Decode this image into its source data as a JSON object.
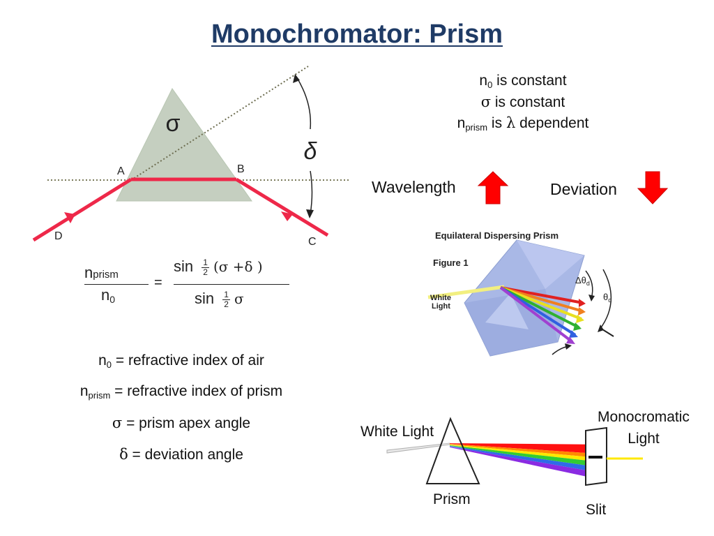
{
  "title": "Monochromator: Prism",
  "conditions": {
    "line1_sym": "n",
    "line1_sub": "0",
    "line1_text": " is constant",
    "line2_sym": "σ",
    "line2_text": " is constant",
    "line3_sym": "n",
    "line3_sub": "prism",
    "line3_text": " is ",
    "line3_lambda": "λ",
    "line3_tail": " dependent"
  },
  "trend": {
    "wavelength": "Wavelength",
    "deviation": "Deviation"
  },
  "top_diagram": {
    "sigma": "σ",
    "delta": "δ",
    "label_a": "A",
    "label_b": "B",
    "label_c": "C",
    "label_d": "D"
  },
  "formula": {
    "num_n": "n",
    "num_sub": "prism",
    "den_n": "n",
    "den_sub": "0",
    "equals": "=",
    "sin": "sin",
    "half_num": "1",
    "half_den": "2",
    "sin_arg": "(σ +δ )",
    "sin_arg2": "σ"
  },
  "definitions": {
    "d1_sym": "n",
    "d1_sub": "0",
    "d1_text": " = refractive index of air",
    "d2_sym": "n",
    "d2_sub": "prism",
    "d2_text": " = refractive index of prism",
    "d3_sym": "σ",
    "d3_text": " = prism apex angle",
    "d4_sym": "δ",
    "d4_text": " = deviation angle"
  },
  "figure1": {
    "caption": "Equilateral Dispersing Prism",
    "label": "Figure 1",
    "white_light_1": "White",
    "white_light_2": "Light",
    "delta_theta": "Δθ",
    "delta_theta_sub": "d",
    "theta": "θ",
    "theta_sub": "d"
  },
  "bottom_diagram": {
    "white_light": "White Light",
    "prism": "Prism",
    "mono_1": "Monocromatic",
    "mono_2": "Light",
    "slit": "Slit"
  },
  "colors": {
    "title": "#1f3b66",
    "ray": "#ee2849",
    "prism_fill": "#c5cfc0",
    "arrow_red": "#ff0000",
    "prism_blue": "#a9b8e6"
  }
}
